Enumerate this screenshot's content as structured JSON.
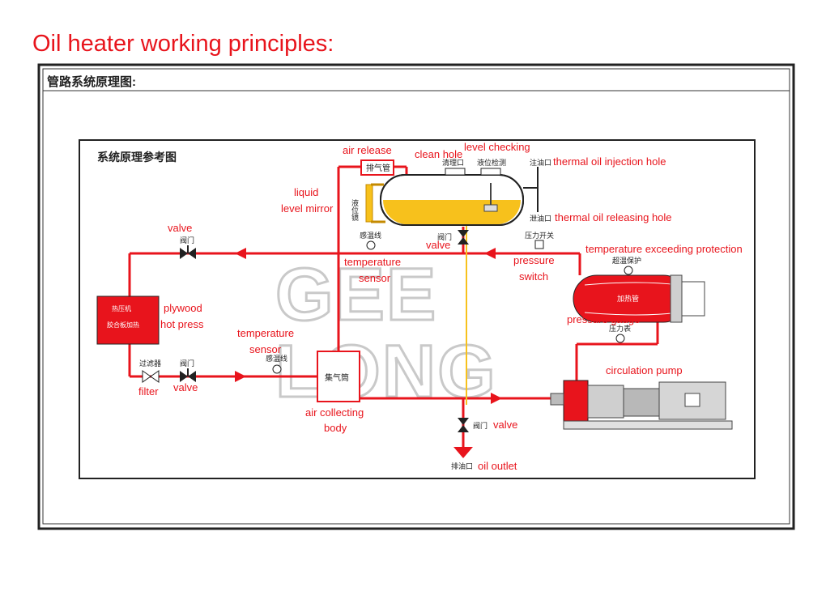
{
  "title": "Oil heater working principles:",
  "panel_title": "管路系统原理图:",
  "diagram_title": "系统原理参考图",
  "watermark": [
    "GEE",
    "LONG"
  ],
  "colors": {
    "pipe": "#e8141c",
    "label": "#e8141c",
    "oil": "#f7c11c",
    "frame": "#222222"
  },
  "labels": {
    "air_release": "air release",
    "clean_hole": "clean hole",
    "level_checking": "level checking",
    "injection_hole": "thermal oil injection hole",
    "releasing_hole": "thermal oil releasing hole",
    "liquid": "liquid",
    "level_mirror": "level mirror",
    "valve_left": "valve",
    "valve_center": "valve",
    "temp_sensor_top_1": "temperature",
    "temp_sensor_top_2": "sensor",
    "pressure_1": "pressure",
    "pressure_2": "switch",
    "temp_protection": "temperature exceeding protection",
    "plywood_1": "plywood",
    "plywood_2": "hot press",
    "temp_sensor_bottom_1": "temperature",
    "temp_sensor_bottom_2": "sensor",
    "pressure_gauge": "pressure gauge",
    "circulation_pump": "circulation pump",
    "filter": "filter",
    "valve_bottom": "valve",
    "air_collecting_1": "air collecting",
    "air_collecting_2": "body",
    "valve_outlet": "valve",
    "oil_outlet": "oil outlet"
  },
  "cn": {
    "exhaust": "排气管",
    "clean": "清理口",
    "level_check": "液位检测",
    "inject": "注油口",
    "release": "泄油口",
    "level_gauge": "液位镜",
    "valve": "阀门",
    "temp_line": "感温线",
    "pressure_switch": "压力开关",
    "over_temp": "超温保护",
    "press_top": "热压机",
    "press_bottom": "胶合板加热",
    "filter": "过滤器",
    "heater": "加热管",
    "pressure_gauge": "压力表",
    "air_collector": "集气筒",
    "oil_drain": "排油口"
  }
}
